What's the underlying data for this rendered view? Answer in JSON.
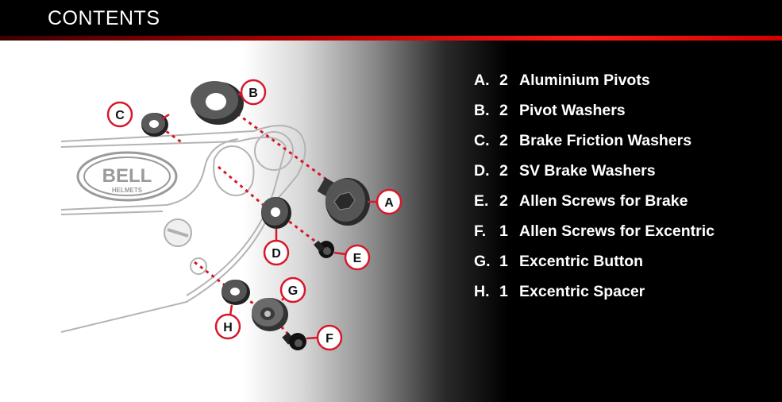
{
  "header": {
    "title": "CONTENTS"
  },
  "logo": {
    "brand": "BELL",
    "sub": "HELMETS"
  },
  "callouts": [
    "A",
    "B",
    "C",
    "D",
    "E",
    "F",
    "G",
    "H"
  ],
  "parts": [
    {
      "letter": "A.",
      "qty": "2",
      "name": "Aluminium Pivots"
    },
    {
      "letter": "B.",
      "qty": "2",
      "name": "Pivot Washers"
    },
    {
      "letter": "C.",
      "qty": "2",
      "name": "Brake Friction Washers"
    },
    {
      "letter": "D.",
      "qty": "2",
      "name": "SV Brake Washers"
    },
    {
      "letter": "E.",
      "qty": "2",
      "name": "Allen Screws for Brake"
    },
    {
      "letter": "F.",
      "qty": "1",
      "name": "Allen Screws for Excentric"
    },
    {
      "letter": "G.",
      "qty": "1",
      "name": "Excentric Button"
    },
    {
      "letter": "H.",
      "qty": "1",
      "name": "Excentric Spacer"
    }
  ],
  "colors": {
    "accent": "#d7182a",
    "header_bg": "#000000",
    "text_light": "#ffffff"
  }
}
